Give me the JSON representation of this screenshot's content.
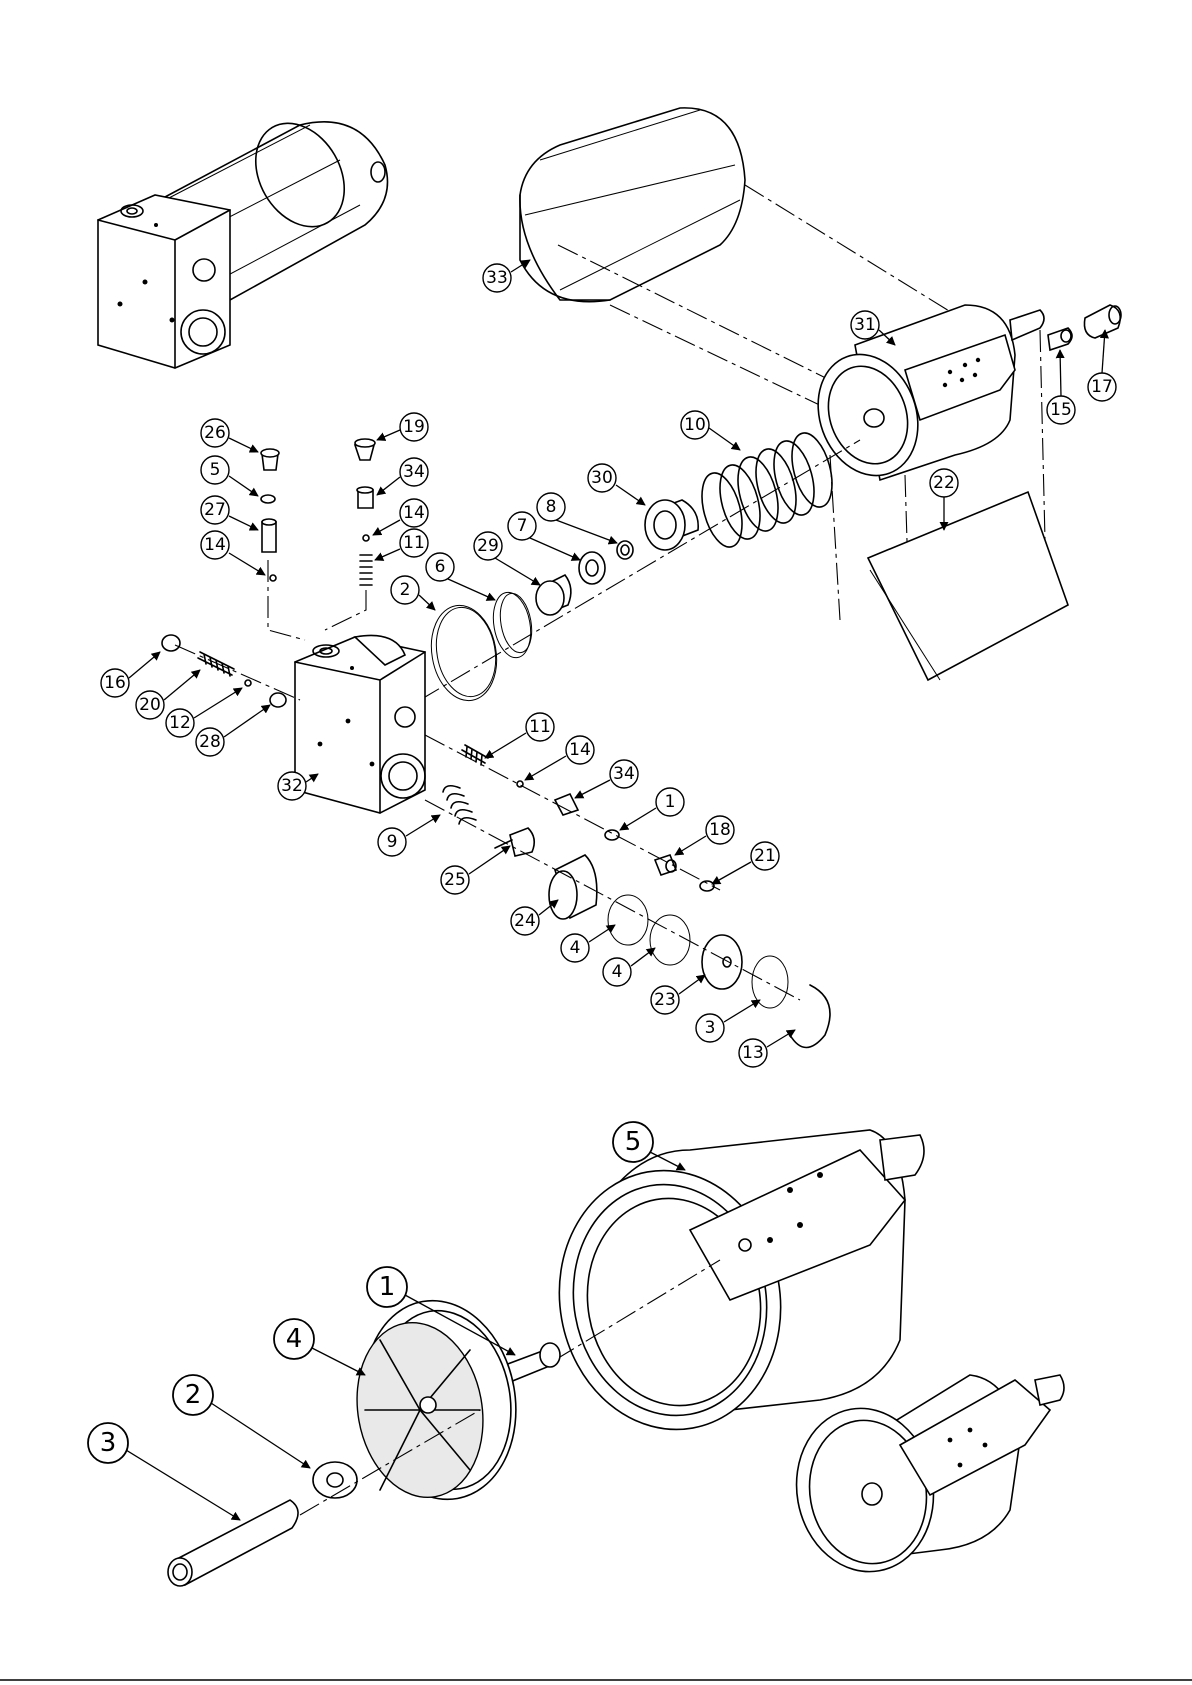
{
  "upper_callouts": [
    "33",
    "31",
    "17",
    "15",
    "22",
    "10",
    "30",
    "8",
    "7",
    "29",
    "6",
    "2",
    "26",
    "19",
    "5",
    "34",
    "27",
    "14",
    "14",
    "11",
    "16",
    "20",
    "12",
    "28",
    "32",
    "11",
    "14",
    "34",
    "1",
    "9",
    "18",
    "21",
    "25",
    "24",
    "4",
    "4",
    "23",
    "3",
    "13"
  ],
  "lower_callouts": [
    "5",
    "1",
    "4",
    "2",
    "3"
  ]
}
